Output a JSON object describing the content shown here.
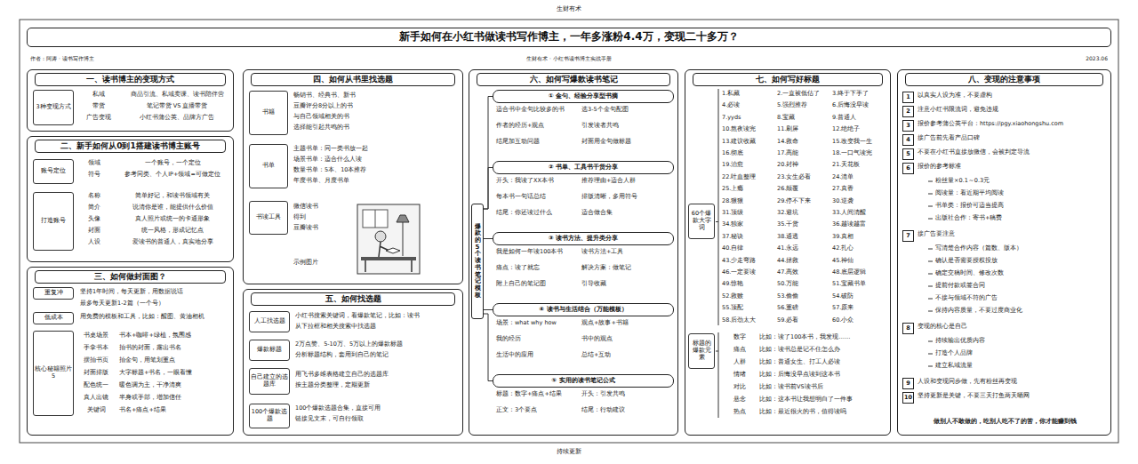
{
  "diagram": {
    "title": "新手如何在小红书做读书写作博主，一年多涨粉4.4万，变现二十多万？",
    "nodes": [
      {
        "text": [
          "一、读书博主的变现方式"
        ]
      },
      {
        "text": [
          "3种变现方式"
        ],
        "in": 0
      },
      {
        "text": [
          "二、新手如何从0到1搭建读书博主账号"
        ]
      },
      {
        "text": [
          "账号定位"
        ],
        "in": 2
      },
      {
        "text": [
          "打造账号"
        ],
        "in": 2
      },
      {
        "text": [
          "三、如何做封面图？"
        ]
      },
      {
        "text": [
          "重复冲"
        ],
        "in": 5
      },
      {
        "text": [
          "低成本"
        ],
        "in": 5
      },
      {
        "text": [
          "核心秘籍照片5"
        ],
        "in": 5
      },
      {
        "text": [
          "四、如何从书里找选题"
        ]
      },
      {
        "text": [
          "书籍"
        ],
        "in": 9
      },
      {
        "text": [
          "书单"
        ],
        "in": 9
      },
      {
        "text": [
          "书读工具"
        ],
        "in": 9
      },
      {
        "text": [
          "五、如何找选题"
        ]
      },
      {
        "text": [
          "人工找选题"
        ],
        "in": 13
      },
      {
        "text": [
          "爆款标题"
        ],
        "in": 13
      },
      {
        "text": [
          "自己建立的选题库"
        ],
        "in": 13
      },
      {
        "text": [
          "100个爆款选题"
        ],
        "in": 13
      },
      {
        "text": [
          "六、如何写爆款读书笔记"
        ]
      },
      {
        "text": [
          "爆款的5个读书笔记模板"
        ],
        "in": 18
      },
      {
        "text": [
          "① 金句、经验分享型书摘"
        ],
        "in": 18
      },
      {
        "text": [
          "② 书单、工具书干货分享"
        ],
        "in": 18
      },
      {
        "text": [
          "③ 读书方法、提升类分享"
        ],
        "in": 18
      },
      {
        "text": [
          "④ 读书与生活结合（万能模板）"
        ],
        "in": 18
      },
      {
        "text": [
          "⑤ 实用的读书笔记公式"
        ],
        "in": 18
      },
      {
        "text": [
          "七、如何写好标题"
        ]
      },
      {
        "text": [
          "60个爆款大字词"
        ],
        "in": 25
      },
      {
        "text": [
          "标题的爆款元素"
        ],
        "in": 25
      },
      {
        "text": [
          "八、变现的注意事项"
        ]
      },
      {
        "text": [
          "1"
        ],
        "in": 28
      },
      {
        "text": [
          "2"
        ],
        "in": 28
      },
      {
        "text": [
          "3"
        ],
        "in": 28
      },
      {
        "text": [
          "4"
        ],
        "in": 28
      },
      {
        "text": [
          "5"
        ],
        "in": 28
      },
      {
        "text": [
          "6"
        ],
        "in": 28
      },
      {
        "text": [
          "7"
        ],
        "in": 28
      },
      {
        "text": [
          "8"
        ],
        "in": 28
      },
      {
        "text": [
          "9"
        ],
        "in": 28
      },
      {
        "text": [
          "10"
        ],
        "in": 28
      }
    ],
    "edges": [
      {
        "from": 19,
        "to": 20,
        "arrow": "none"
      },
      {
        "from": 19,
        "to": 21,
        "arrow": "none"
      },
      {
        "from": 19,
        "to": 22,
        "arrow": "none"
      },
      {
        "from": 19,
        "to": 23,
        "arrow": "none"
      },
      {
        "from": 19,
        "to": 24,
        "arrow": "none"
      }
    ],
    "labels": [
      "生财有术",
      "作者：阿涛 · 读书写作博主",
      "生财有术 · 小红书读书博主实战手册",
      "2023.06",
      "私域",
      "商品引流、私域卖课、读书陪伴营",
      "带货",
      "笔记带货 VS 直播带货",
      "广告变现",
      "小红书蒲公英、品牌方广告",
      "领域",
      "一个账号，一个定位",
      "符号",
      "参考同类、个人IP+领域=可做定位",
      "名称",
      "简单好记，和读书领域有关",
      "简介",
      "说清你是谁，能提供什么价值",
      "头像",
      "真人照片或统一的卡通形象",
      "封面",
      "统一风格，形成记忆点",
      "人设",
      "爱读书的普通人，真实地分享",
      "坚持1年时间，每天更新，用数据说话",
      "最多每天更新1-2篇（一个号）",
      "用免费的模板和工具，比如：醒图、黄油相机",
      "书桌场景",
      "书本+咖啡+绿植，氛围感",
      "手拿书本",
      "拍书的封面，露出书名",
      "摆拍书页",
      "拍金句，用笔划重点",
      "封面排版",
      "大字标题+书名，一眼看懂",
      "配色统一",
      "暖色调为主，干净清爽",
      "真人出镜",
      "半身或手部，增加信任",
      "关键词",
      "书名+痛点+结果",
      "畅销书、经典书、新书",
      "豆瓣评分8分以上的书",
      "与自己领域相关的书",
      "选择能引起共鸣的书",
      "主题书单：同一类书放一起",
      "场景书单：适合什么人读",
      "数量书单：5本、10本推荐",
      "年度书单、月度书单",
      "微信读书",
      "得到",
      "豆瓣读书",
      "示例图片",
      "小红书搜索关键词，看爆款笔记，比如：读书",
      "从下拉框和相关搜索中找选题",
      "2万点赞、5-10万、5万以上的爆款标题",
      "分析标题结构，套用到自己的笔记",
      "用飞书多维表格建立自己的选题库",
      "按主题分类整理，定期更新",
      "100个爆款选题合集，直接可用",
      "链接见文末，可自行领取",
      "适合书中金句比较多的书",
      "选3-5个金句配图",
      "作者的经历+观点",
      "引发读者共鸣",
      "结尾加互动问题",
      "封面用金句做标题",
      "开头：我读了XX本书",
      "推荐理由+适合人群",
      "每本书一句话总结",
      "排版清晰，多用符号",
      "结尾：你还读过什么",
      "适合做合集",
      "我是如何一年读100本书",
      "读书方法+工具",
      "痛点：读了就忘",
      "解决方案：做笔记",
      "附上自己的笔记图",
      "引导收藏",
      "场景：what why how",
      "观点+故事+书籍",
      "我的经历",
      "书中的观点",
      "生活中的应用",
      "总结+互动",
      "标题：数字+痛点+结果",
      "开头：引发共鸣",
      "正文：3个要点",
      "结尾：行动建议",
      "1.私藏",
      "2.一直被低估了",
      "3.终于下手了",
      "4.必读",
      "5.强烈推荐",
      "6.后悔没早读",
      "7.yyds",
      "8.宝藏",
      "9.普通人",
      "10.熬夜读完",
      "11.刷屏",
      "12.绝绝子",
      "13.建议收藏",
      "14.救命",
      "15.改变我一生",
      "16.彻底",
      "17.高能",
      "18.一口气读完",
      "19.治愈",
      "20.封神",
      "21.天花板",
      "22.吐血整理",
      "23.女生必看",
      "24.清单",
      "25.上瘾",
      "26.颠覆",
      "27.真香",
      "28.狠狠",
      "29.停不下来",
      "30.逆袭",
      "31.顶级",
      "32.避坑",
      "33.人间清醒",
      "34.独家",
      "35.干货",
      "36.越读越富",
      "37.秘诀",
      "38.通透",
      "39.真相",
      "40.自律",
      "41.永远",
      "42.扎心",
      "43.少走弯路",
      "44.拯救",
      "45.神仙",
      "46.一定要读",
      "47.高效",
      "48.底层逻辑",
      "49.惊艳",
      "50.万能",
      "51.宝藏书单",
      "52.救赎",
      "53.偷偷",
      "54.破防",
      "55.顶配",
      "56.重磅",
      "57.原来",
      "58.后劲太大",
      "59.必看",
      "60.小众",
      "数字",
      "比如：读了100本书，我发现……",
      "痛点",
      "比如：读书总是记不住怎么办",
      "人群",
      "比如：普通女生、打工人必读",
      "情绪",
      "比如：后悔没早点读到这本书",
      "对比",
      "比如：读书前VS读书后",
      "悬念",
      "比如：这本书让我想明白了一件事",
      "热点",
      "比如：最近很火的书，值得读吗",
      "以真实人设为准，不要虚构",
      "注意小红书限流词，避免违规",
      "报价参考蒲公英平台：https://pgy.xiaohongshu.com",
      "接广告前先看产品口碑",
      "不要在小红书直接放微信，会被判定导流",
      "报价的参考标准",
      "粉丝量×0.1～0.3元",
      "阅读量：看近期平均阅读",
      "书单类：报价可适当提高",
      "出版社合作：寄书+稿费",
      "接广告要注意",
      "写清楚合作内容（篇数、版本）",
      "确认是否需要授权投放",
      "确定交稿时间、修改次数",
      "提前付款或签合同",
      "不接与领域不符的广告",
      "保持内容质量，不要过度商业化",
      "变现的核心是自己",
      "持续输出优质内容",
      "打造个人品牌",
      "建立私域流量",
      "人设和变现同步做，先有粉丝再变现",
      "坚持更新是关键，不要三天打鱼两天晒网",
      "做别人不敢做的，吃别人吃不了的苦，你才能赚到钱",
      "持续更新"
    ]
  }
}
